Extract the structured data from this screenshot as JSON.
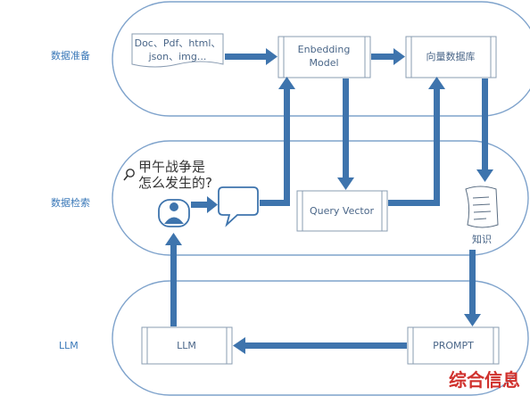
{
  "lanes": {
    "prep": "数据准备",
    "search": "数据检索",
    "llm": "LLM"
  },
  "nodes": {
    "docs_line1": "Doc、Pdf、html、",
    "docs_line2": "json、img...",
    "embedding_line1": "Enbedding",
    "embedding_line2": "Model",
    "vector_db": "向量数据库",
    "query_vector": "Query Vector",
    "knowledge": "知识",
    "prompt": "PROMPT",
    "llm_box": "LLM"
  },
  "question": {
    "line1": "甲午战争是",
    "line2": "怎么发生的?"
  },
  "watermark": "综合信息",
  "colors": {
    "lane_stroke": "#7fa3cc",
    "arrow": "#3e74ad",
    "box_stroke": "#8a9cb2",
    "watermark": "#d0312d"
  }
}
